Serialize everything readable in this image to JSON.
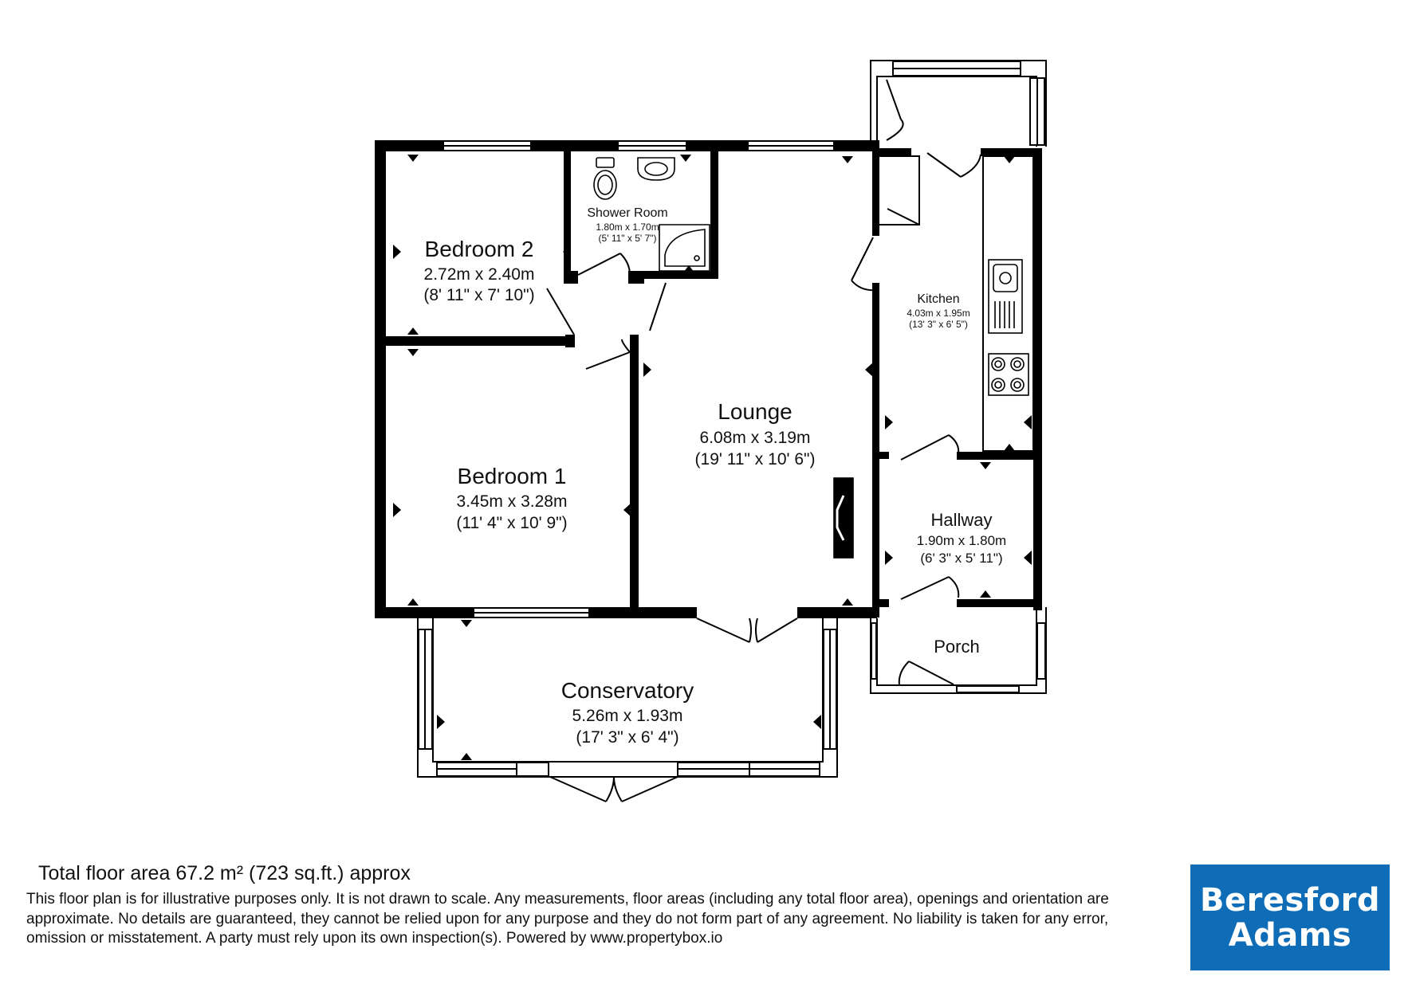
{
  "rooms": {
    "bedroom2": {
      "name": "Bedroom 2",
      "metric": "2.72m x 2.40m",
      "imperial": "(8' 11\" x 7' 10\")"
    },
    "shower_room": {
      "name": "Shower Room",
      "metric": "1.80m x 1.70m",
      "imperial": "(5' 11\" x 5' 7\")"
    },
    "kitchen": {
      "name": "Kitchen",
      "metric": "4.03m x 1.95m",
      "imperial": "(13' 3\" x 6' 5\")"
    },
    "lounge": {
      "name": "Lounge",
      "metric": "6.08m x 3.19m",
      "imperial": "(19' 11\" x 10' 6\")"
    },
    "bedroom1": {
      "name": "Bedroom 1",
      "metric": "3.45m x 3.28m",
      "imperial": "(11' 4\" x 10' 9\")"
    },
    "hallway": {
      "name": "Hallway",
      "metric": "1.90m x 1.80m",
      "imperial": "(6' 3\" x 5' 11\")"
    },
    "porch": {
      "name": "Porch"
    },
    "conservatory": {
      "name": "Conservatory",
      "metric": "5.26m x 1.93m",
      "imperial": "(17' 3\" x 6' 4\")"
    }
  },
  "footer": {
    "total_area": "Total floor area 67.2 m² (723 sq.ft.) approx",
    "disclaimer": "This floor plan is for illustrative purposes only. It is not drawn to scale. Any measurements, floor areas (including any total floor area), openings and orientation are approximate. No details are guaranteed, they cannot be relied upon for any purpose and they do not form part of any agreement. No liability is taken for any error, omission or misstatement. A party must rely upon its own inspection(s). Powered by www.propertybox.io"
  },
  "logo": {
    "line1": "Beresford",
    "line2": "Adams",
    "color": "#0f6db7"
  },
  "colors": {
    "wall": "#000000",
    "background": "#ffffff"
  }
}
